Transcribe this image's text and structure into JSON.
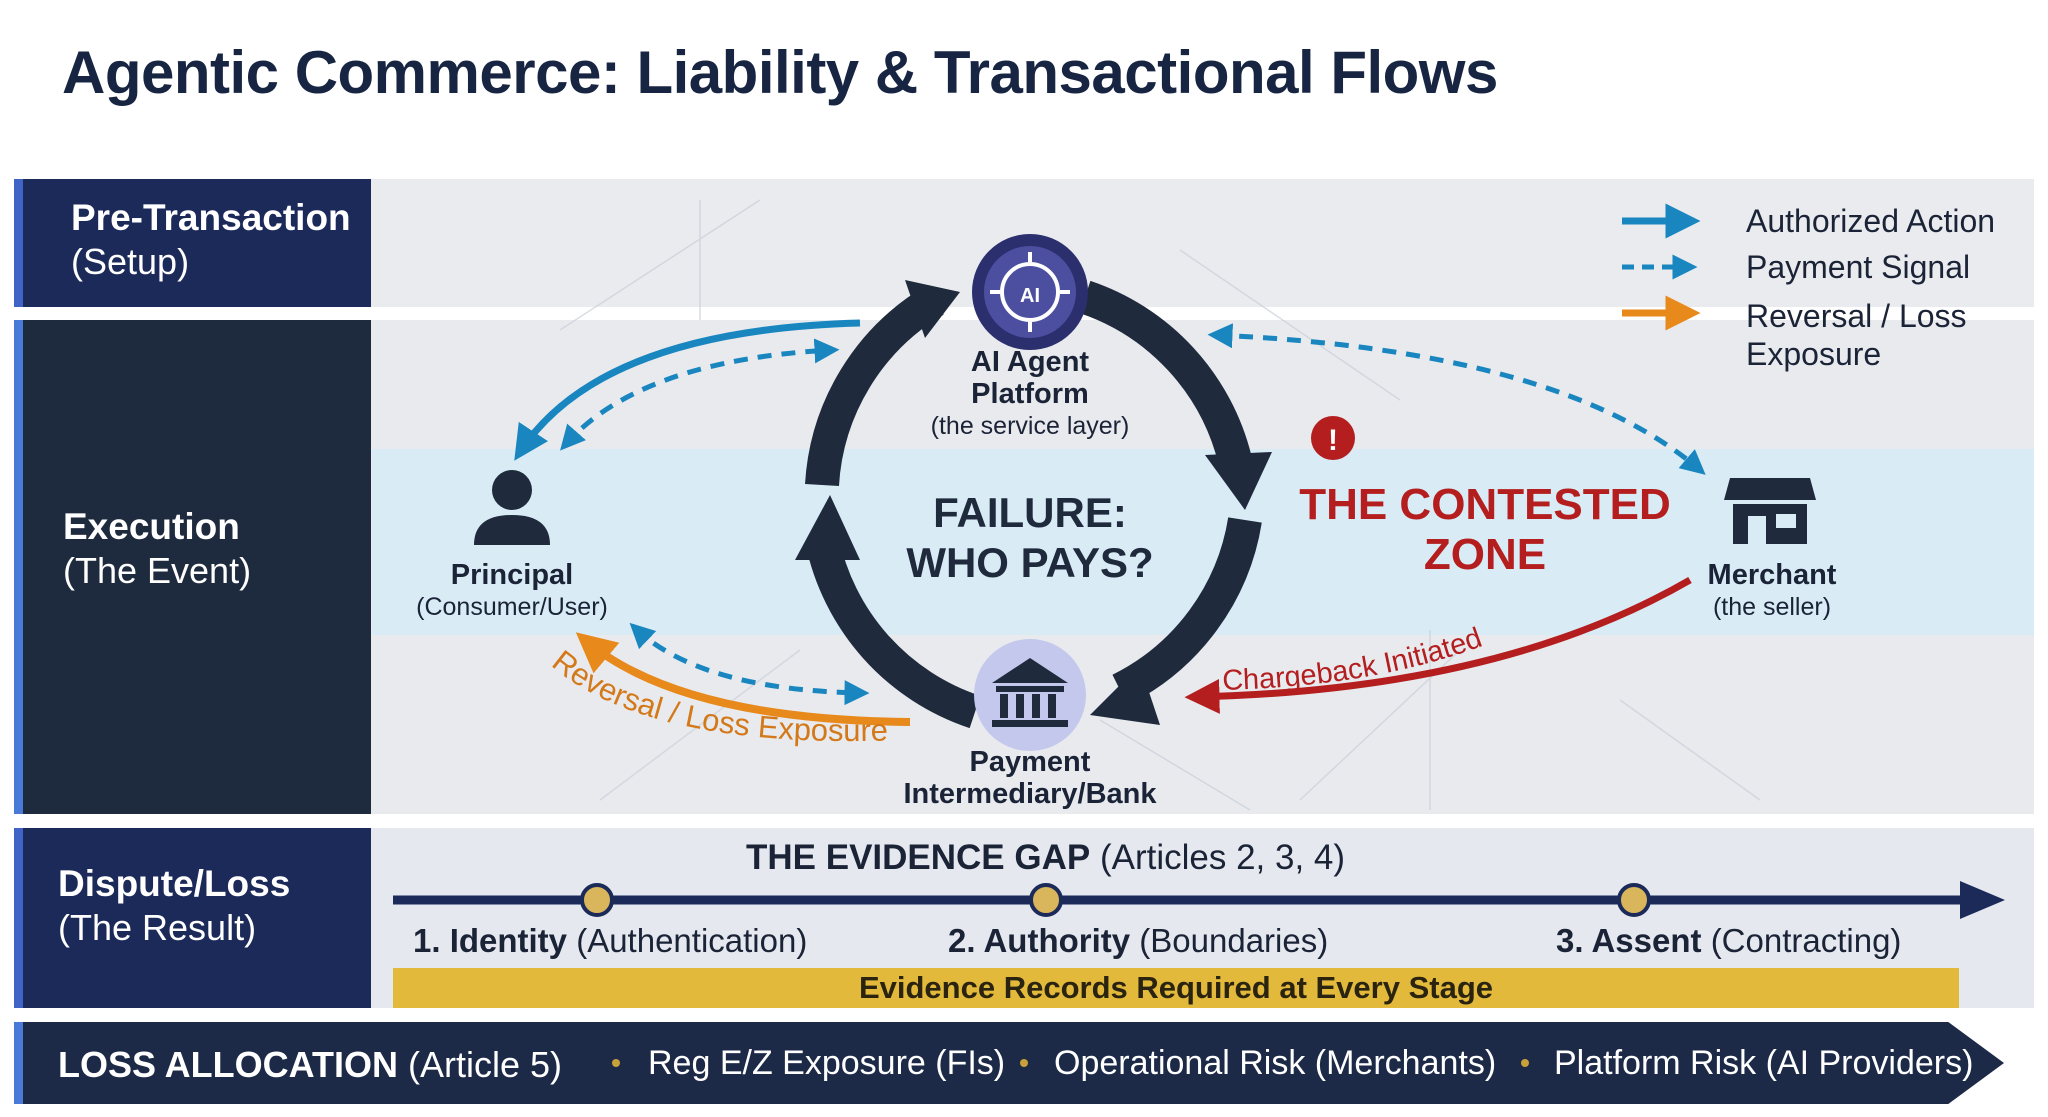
{
  "title": "Agentic Commerce: Liability & Transactional Flows",
  "phases": {
    "pre": {
      "name": "Pre-Transaction",
      "sub": "(Setup)"
    },
    "execution": {
      "name": "Execution",
      "sub": "(The Event)"
    },
    "dispute": {
      "name": "Dispute/Loss",
      "sub": "(The Result)"
    }
  },
  "legend": {
    "authorized": "Authorized Action",
    "payment": "Payment Signal",
    "reversal_line1": "Reversal / Loss",
    "reversal_line2": "Exposure"
  },
  "nodes": {
    "ai_icon_text": "AI",
    "ai_name_line1": "AI Agent",
    "ai_name_line2": "Platform",
    "ai_sub": "(the service layer)",
    "principal_name": "Principal",
    "principal_sub": "(Consumer/User)",
    "merchant_name": "Merchant",
    "merchant_sub": "(the seller)",
    "bank_name_line1": "Payment",
    "bank_name_line2": "Intermediary/Bank"
  },
  "center": {
    "line1": "FAILURE:",
    "line2": "WHO PAYS?"
  },
  "contested": {
    "line1": "THE CONTESTED",
    "line2": "ZONE",
    "alert": "!"
  },
  "flows": {
    "chargeback": "Chargeback Initiated",
    "reversal": "Reversal / Loss Exposure"
  },
  "evidence": {
    "title": "THE EVIDENCE GAP",
    "articles": "(Articles 2, 3, 4)",
    "stages": [
      {
        "label": "1. Identity",
        "sub": "(Authentication)"
      },
      {
        "label": "2. Authority",
        "sub": "(Boundaries)"
      },
      {
        "label": "3. Assent",
        "sub": "(Contracting)"
      }
    ],
    "banner": "Evidence Records Required at Every Stage"
  },
  "loss_allocation": {
    "title": "LOSS ALLOCATION",
    "article": "(Article 5)",
    "items": [
      "Reg E/Z Exposure (FIs)",
      "Operational Risk (Merchants)",
      "Platform Risk (AI Providers)"
    ]
  },
  "colors": {
    "authorized": "#1a86c0",
    "payment": "#1a86c0",
    "reversal": "#e8891c",
    "chargeback": "#b41e1e",
    "contested": "#b41e1e",
    "navy": "#1c2a5a",
    "cycle": "#1f2a3c",
    "gold": "#e2b93a"
  }
}
